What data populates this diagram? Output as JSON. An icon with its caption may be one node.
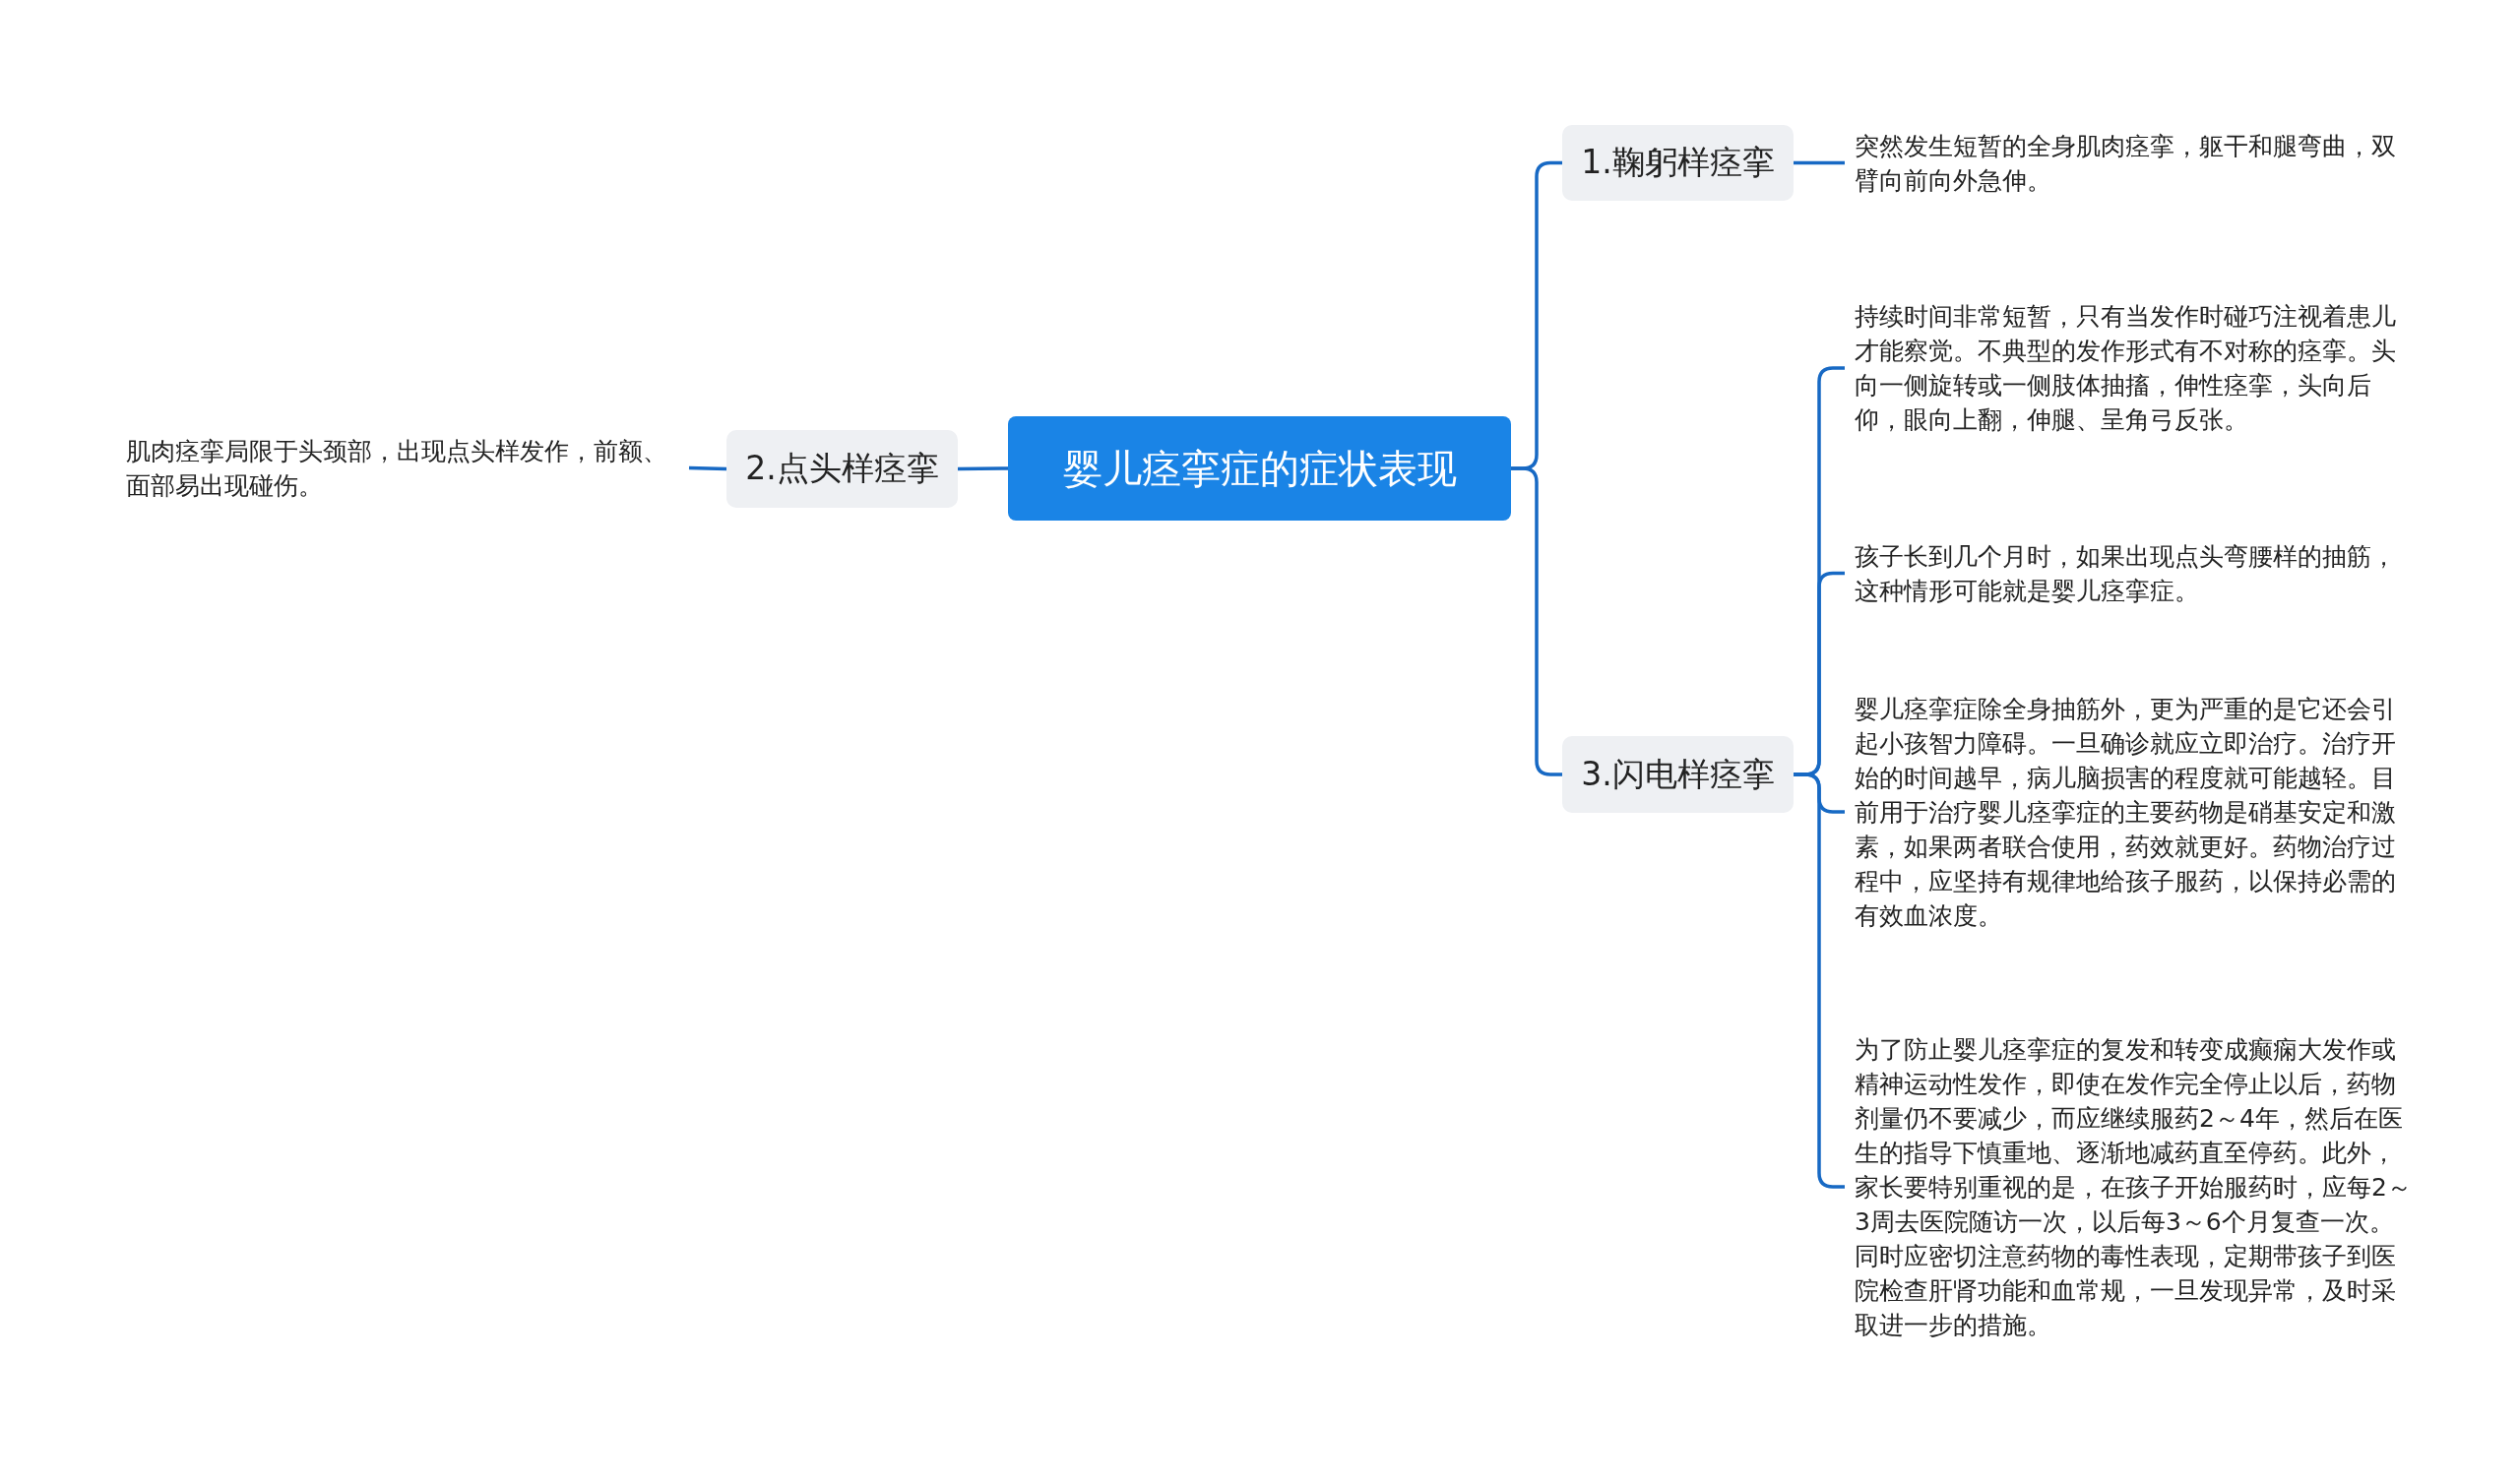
{
  "diagram": {
    "nodes": [
      {
        "text": [
          "婴儿痉挛症的症状表现"
        ]
      },
      {
        "text": [
          "1.鞠躬样痉挛"
        ]
      },
      {
        "text": [
          "突然发生短暂的全身肌肉痉挛，躯干和腿弯曲，双臂向前向外急伸。"
        ]
      },
      {
        "text": [
          "2.点头样痉挛"
        ]
      },
      {
        "text": [
          "肌肉痉挛局限于头颈部，出现点头样发作，前额、面部易出现碰伤。"
        ]
      },
      {
        "text": [
          "3.闪电样痉挛"
        ]
      },
      {
        "text": [
          "持续时间非常短暂，只有当发作时碰巧注视着患儿才能察觉。不典型的发作形式有不对称的痉挛。头向一侧旋转或一侧肢体抽搐，伸性痉挛，头向后仰，眼向上翻，伸腿、呈角弓反张。"
        ]
      },
      {
        "text": [
          "孩子长到几个月时，如果出现点头弯腰样的抽筋，这种情形可能就是婴儿痉挛症。"
        ]
      },
      {
        "text": [
          "婴儿痉挛症除全身抽筋外，更为严重的是它还会引起小孩智力障碍。一旦确诊就应立即治疗。治疗开始的时间越早，病儿脑损害的程度就可能越轻。目前用于治疗婴儿痉挛症的主要药物是硝基安定和激素，如果两者联合使用，药效就更好。药物治疗过程中，应坚持有规律地给孩子服药，以保持必需的有效血浓度。"
        ]
      },
      {
        "text": [
          "为了防止婴儿痉挛症的复发和转变成癫痫大发作或精神运动性发作，即使在发作完全停止以后，药物剂量仍不要减少，而应继续服药2～4年，然后在医生的指导下慎重地、逐渐地减药直至停药。此外，家长要特别重视的是，在孩子开始服药时，应每2～3周去医院随访一次，以后每3～6个月复查一次。同时应密切注意药物的毒性表现，定期带孩子到医院检查肝肾功能和血常规，一旦发现异常，及时采取进一步的措施。"
        ]
      }
    ],
    "edges": [
      {
        "from": 0,
        "to": 1,
        "arrow": "none"
      },
      {
        "from": 1,
        "to": 2,
        "arrow": "none"
      },
      {
        "from": 0,
        "to": 3,
        "arrow": "none"
      },
      {
        "from": 3,
        "to": 4,
        "arrow": "none"
      },
      {
        "from": 0,
        "to": 5,
        "arrow": "none"
      },
      {
        "from": 5,
        "to": 6,
        "arrow": "none"
      },
      {
        "from": 5,
        "to": 7,
        "arrow": "none"
      },
      {
        "from": 5,
        "to": 8,
        "arrow": "none"
      },
      {
        "from": 5,
        "to": 9,
        "arrow": "none"
      }
    ]
  }
}
